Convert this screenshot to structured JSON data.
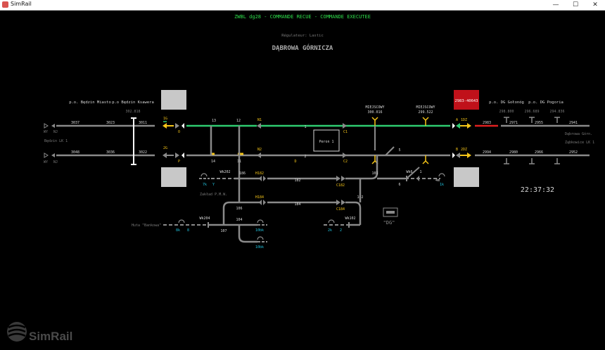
{
  "window": {
    "title": "SimRail",
    "btn_min": "—",
    "btn_max": "☐",
    "btn_close": "✕"
  },
  "header": {
    "command": "ZWBL dg28 - COMMANDE RECUE - COMMANDE EXECUTEE",
    "regulator": "Régulateur: Lastic",
    "station": "DĄBROWA GÓRNICZA"
  },
  "clock": "22:37:32",
  "train_number": "2983-40643",
  "box_dg": "\"DG\"",
  "peron": "Peron 1",
  "logo": "SimRail",
  "places": {
    "miasto": "p.o. Będzin Miasto",
    "ksawera": "p.o Będzin Ksawera",
    "ksawera_km": "302.818",
    "miejscowy_left": "MIEJSCOWY",
    "miejscowy_left_km": "300.016",
    "miejscowy_right": "MIEJSCOWY",
    "miejscowy_right_km": "299.522",
    "gol": "p.o. DG Gołonóg",
    "pog": "p.o. DG Pogoria",
    "km_a": "298.800",
    "km_b": "296.689",
    "km_c": "294.836",
    "bedzin_lk1": "Będzin LK 1",
    "dabrowa_gorn": "Dąbrowa Górn.",
    "zabkowice": "Ząbkowice LK 1",
    "zaklad": "Zakład P.M.W.",
    "huta": "Huta \"Bankowa\""
  },
  "labels": {
    "wy1": "WY",
    "nj1": "NJ",
    "wy2": "WY",
    "nj2": "NJ",
    "b3037": "3037",
    "b3023": "3023",
    "b3011": "3011",
    "b3048": "3048",
    "b3036": "3036",
    "b3022": "3022",
    "s1g": "1G",
    "s2g": "2G",
    "sO": "O",
    "sP": "P",
    "n13": "13",
    "n12": "12",
    "n14": "14",
    "n11": "11",
    "sN1": "N1",
    "sN2": "N2",
    "n1": "1",
    "n2": "2",
    "sD": "D",
    "sC1": "C1",
    "sC2": "C2",
    "n5": "5",
    "sA": "A",
    "s1DZ": "1DZ",
    "sB": "B",
    "s2DZ": "2DZ",
    "b2983": "2983",
    "b2971": "2971",
    "b2955": "2955",
    "b2941": "2941",
    "b2994": "2994",
    "b2980": "2980",
    "b2966": "2966",
    "b2952": "2952",
    "wk202": "Wk202",
    "n186": "186",
    "n106": "106",
    "n182": "182",
    "n184": "184",
    "sH182": "H182",
    "sH184": "H184",
    "sC182": "C182",
    "sC184": "C184",
    "sY": "Y",
    "s7k": "7k",
    "n101": "101",
    "n102": "102",
    "wk6": "Wk6",
    "n6": "6",
    "n1b": "1",
    "s4m": "4m",
    "s1k": "1k",
    "wk204": "Wk204",
    "n104": "104",
    "n107": "107",
    "s10bk": "10bk",
    "s10bk2": "10bk",
    "s8k": "8k",
    "s8": "8",
    "wk102": "Wk102",
    "s2k": "2k",
    "s2": "2"
  },
  "colors": {
    "track": "#8a8a8a",
    "occupied_green": "#2ecc71",
    "occupied_red": "#e02020",
    "signal_yellow": "#f5c518",
    "cyan": "#21c4e0",
    "text": "#d8d8d8",
    "dim": "#7a7a7a",
    "header_green": "#2edc4a",
    "train_box": "#c0111a",
    "gray_box": "#c8c8c8"
  }
}
